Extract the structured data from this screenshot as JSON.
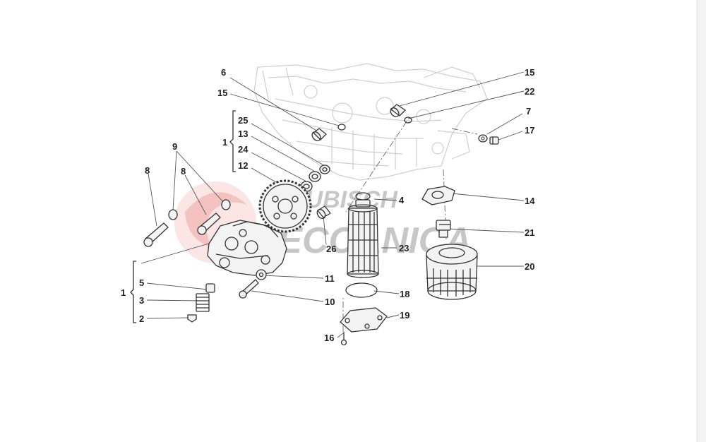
{
  "diagram": {
    "callouts": {
      "n1a": "1",
      "n1b": "1",
      "n2": "2",
      "n3": "3",
      "n4": "4",
      "n5": "5",
      "n6": "6",
      "n7": "7",
      "n8a": "8",
      "n8b": "8",
      "n9": "9",
      "n10": "10",
      "n11": "11",
      "n12": "12",
      "n13": "13",
      "n14": "14",
      "n15a": "15",
      "n15b": "15",
      "n16": "16",
      "n17": "17",
      "n18": "18",
      "n19": "19",
      "n20": "20",
      "n21": "21",
      "n22": "22",
      "n23": "23",
      "n24": "24",
      "n25": "25",
      "n26": "26"
    }
  },
  "watermark": {
    "line1": "CUBISCH",
    "line2": "MECCANICA",
    "color": "#e04848"
  },
  "colors": {
    "line": "#333333",
    "ghost": "#cfcfcf",
    "background": "#ffffff"
  }
}
